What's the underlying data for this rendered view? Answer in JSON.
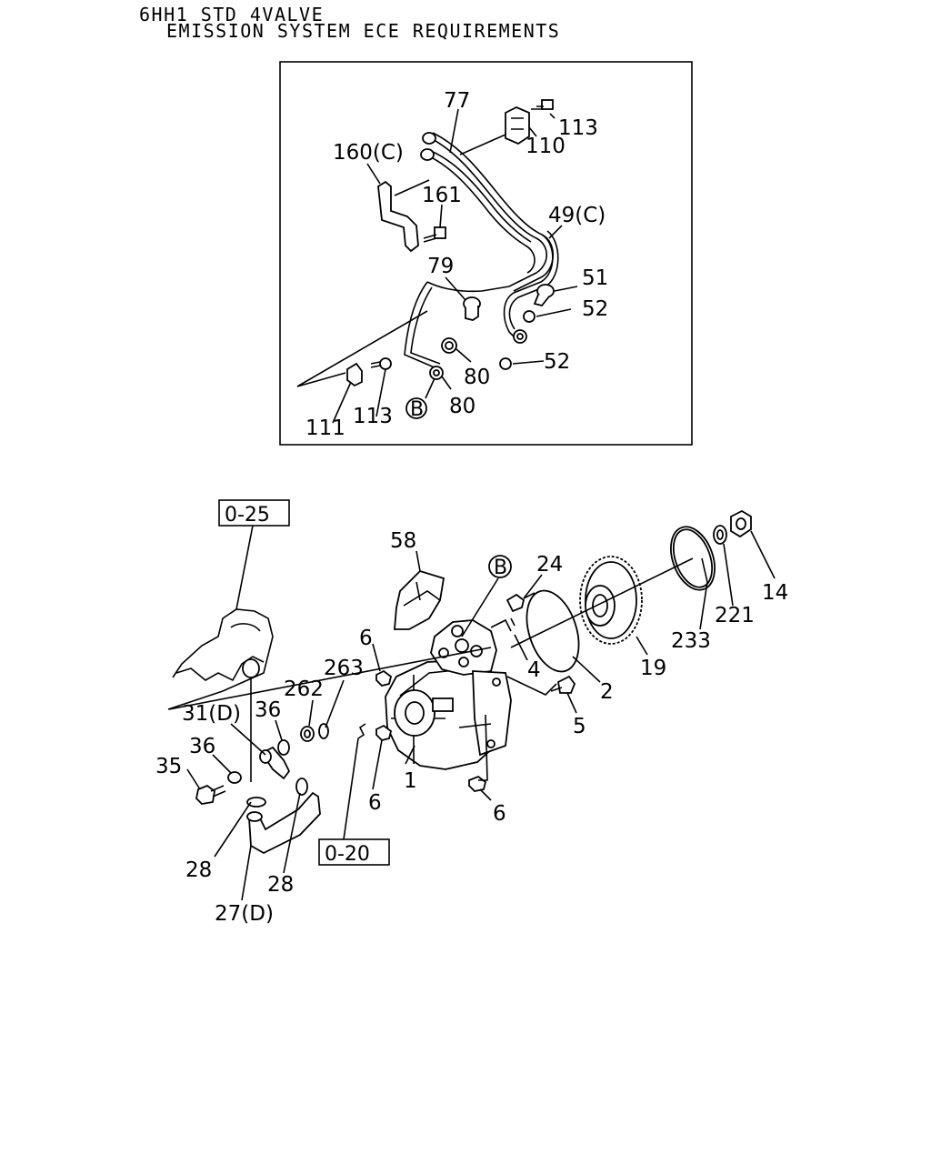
{
  "header": {
    "line1": "6HH1 STD 4VALVE",
    "line2": "EMISSION SYSTEM ECE REQUIREMENTS"
  },
  "inset_labels": {
    "l77": "77",
    "l113a": "113",
    "l110": "110",
    "l160c": "160(C)",
    "l161": "161",
    "l49c": "49(C)",
    "l79": "79",
    "l51": "51",
    "l52a": "52",
    "l52b": "52",
    "l80a": "80",
    "l80b": "80",
    "lB1": "B",
    "l111": "111",
    "l113b": "113"
  },
  "main_labels": {
    "ref025": "0-25",
    "ref020": "0-20",
    "l58": "58",
    "lB2": "B",
    "l24": "24",
    "l6a": "6",
    "l263": "263",
    "l262": "262",
    "l31d": "31(D)",
    "l36a": "36",
    "l36b": "36",
    "l35": "35",
    "l4": "4",
    "l2": "2",
    "l19": "19",
    "l233": "233",
    "l221": "221",
    "l14": "14",
    "l5": "5",
    "l1": "1",
    "l6b": "6",
    "l6c": "6",
    "l28a": "28",
    "l28b": "28",
    "l27d": "27(D)"
  }
}
